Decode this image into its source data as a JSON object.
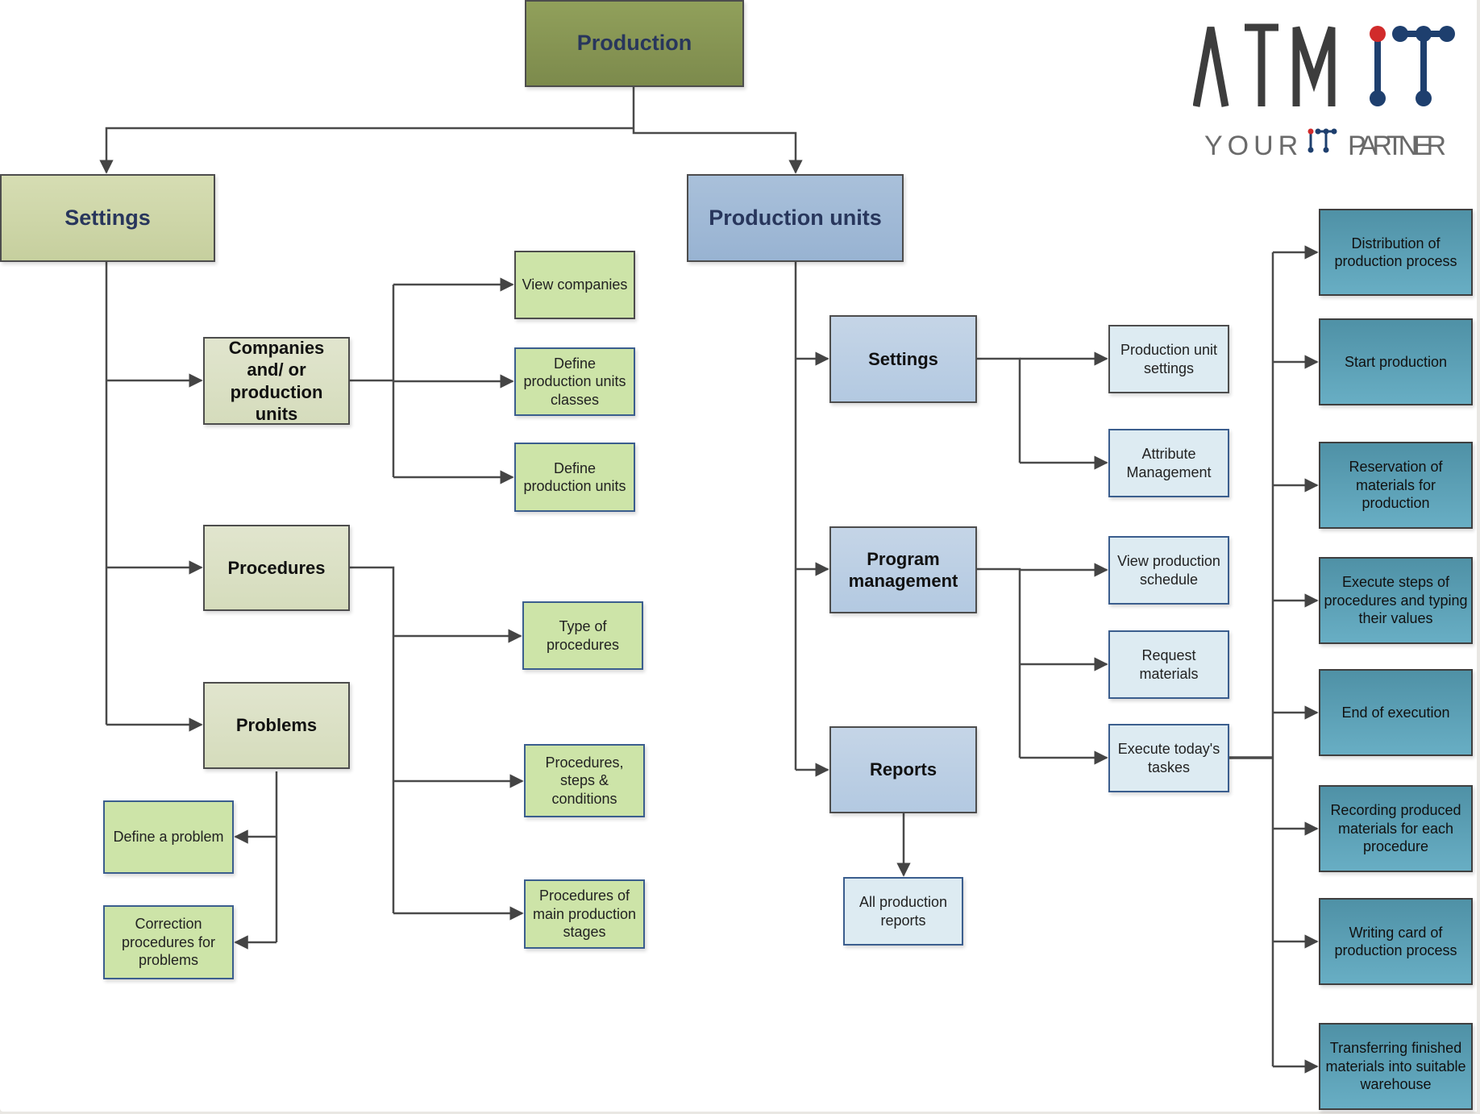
{
  "logo": {
    "brand_left": "ATM",
    "brand_right": "IT",
    "tagline_left": "YOUR",
    "tagline_mid": "IT",
    "tagline_right": "PARTNER",
    "colors": {
      "dark": "#3d3d3d",
      "navy": "#1e3f6e",
      "red": "#d12b2b",
      "grey": "#6a6a6a"
    }
  },
  "nodes": {
    "production": "Production",
    "settings": "Settings",
    "production_units": "Production units",
    "companies": "Companies and/ or production units",
    "procedures": "Procedures",
    "problems": "Problems",
    "view_companies": "View companies",
    "define_classes": "Define production units classes",
    "define_units": "Define production units",
    "type_of_procedures": "Type of procedures",
    "procedures_steps": "Procedures, steps & conditions",
    "procedures_main": "Procedures of main production stages",
    "define_problem": "Define a problem",
    "correction_procedures": "Correction procedures for problems",
    "pu_settings": "Settings",
    "program_management": "Program management",
    "reports": "Reports",
    "pu_unit_settings": "Production unit settings",
    "attribute_management": "Attribute Management",
    "view_schedule": "View production schedule",
    "request_materials": "Request materials",
    "execute_today": "Execute today's taskes",
    "all_reports": "All production reports",
    "distribution": "Distribution of production process",
    "start_production": "Start production",
    "reservation": "Reservation of materials for production",
    "execute_steps": "Execute steps of procedures and typing their values",
    "end_execution": "End of execution",
    "recording": "Recording produced materials for each procedure",
    "writing_card": "Writing card of production process",
    "transferring": "Transferring finished materials into suitable warehouse"
  },
  "colors": {
    "connector": "#4a4a4a",
    "root_fill": "#87964f",
    "settings_fill": "#cdd5a8",
    "units_fill": "#a2bad7",
    "leaf_green": "#cde4a8",
    "leaf_blue": "#ddebf2",
    "leaf_teal": "#5ba0b6",
    "title_text": "#28365c"
  }
}
